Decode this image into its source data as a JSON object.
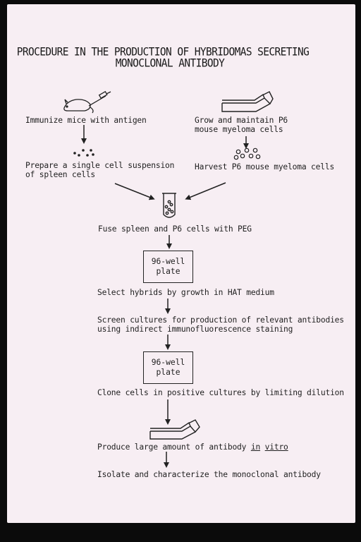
{
  "title": {
    "line1": "PROCEDURE IN THE PRODUCTION OF HYBRIDOMAS SECRETING",
    "line2": "MONOCLONAL ANTIBODY"
  },
  "left_branch": {
    "step1": "Immunize mice with antigen",
    "step2_line1": "Prepare a single cell suspension",
    "step2_line2": "of spleen cells"
  },
  "right_branch": {
    "step1_line1": "Grow and maintain P6",
    "step1_line2": "mouse myeloma cells",
    "step2": "Harvest P6 mouse myeloma cells"
  },
  "main_steps": {
    "fuse": "Fuse spleen and P6 cells with PEG",
    "plate1_line1": "96-well",
    "plate1_line2": "plate",
    "select": "Select hybrids by growth in HAT medium",
    "screen_line1": "Screen cultures for production of relevant antibodies",
    "screen_line2": "using indirect immunofluorescence staining",
    "plate2_line1": "96-well",
    "plate2_line2": "plate",
    "clone": "Clone cells in positive cultures by limiting dilution",
    "produce_prefix": "Produce large amount of antibody ",
    "produce_in": "in",
    "produce_vitro": "vitro",
    "isolate": "Isolate and characterize the monoclonal antibody"
  },
  "icons": [
    "mouse-with-syringe-icon",
    "culture-flask-icon",
    "cell-dots-icon",
    "test-tube-icon",
    "arrow-icon"
  ],
  "colors": {
    "background": "#f7eef3",
    "ink": "#1f1f1f",
    "frame": "#0b0b0b"
  }
}
